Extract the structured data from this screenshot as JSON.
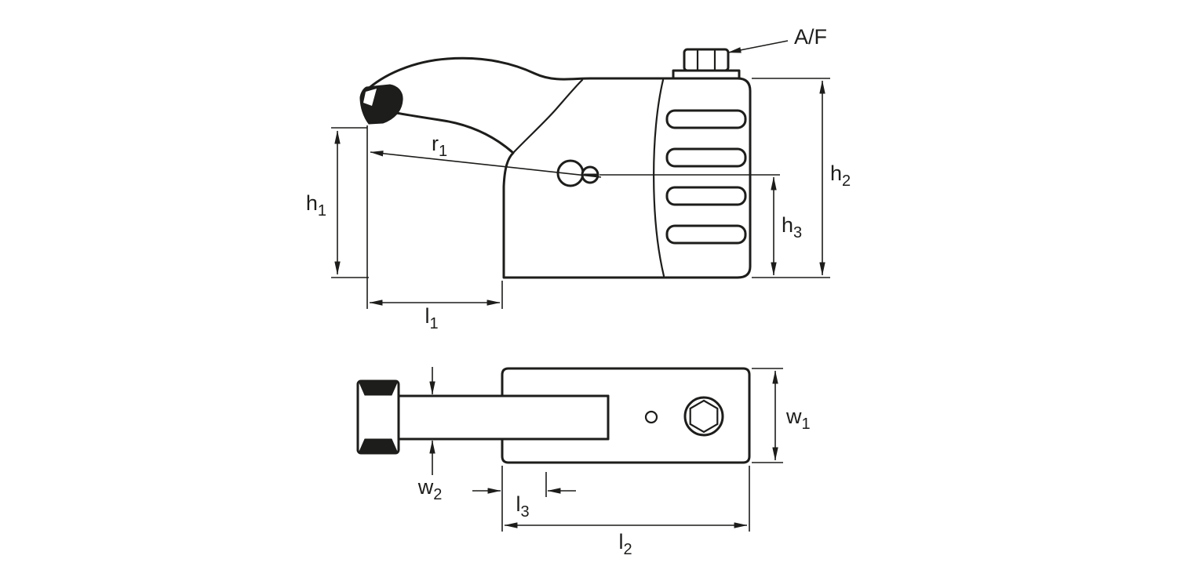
{
  "colors": {
    "line": "#1d1d1b",
    "background": "#ffffff",
    "fill": "#ffffff"
  },
  "labels": {
    "af": "A/F",
    "h1": {
      "main": "h",
      "sub": "1"
    },
    "h2": {
      "main": "h",
      "sub": "2"
    },
    "h3": {
      "main": "h",
      "sub": "3"
    },
    "r1": {
      "main": "r",
      "sub": "1"
    },
    "l1": {
      "main": "l",
      "sub": "1"
    },
    "l2": {
      "main": "l",
      "sub": "2"
    },
    "l3": {
      "main": "l",
      "sub": "3"
    },
    "w1": {
      "main": "w",
      "sub": "1"
    },
    "w2": {
      "main": "w",
      "sub": "2"
    }
  }
}
